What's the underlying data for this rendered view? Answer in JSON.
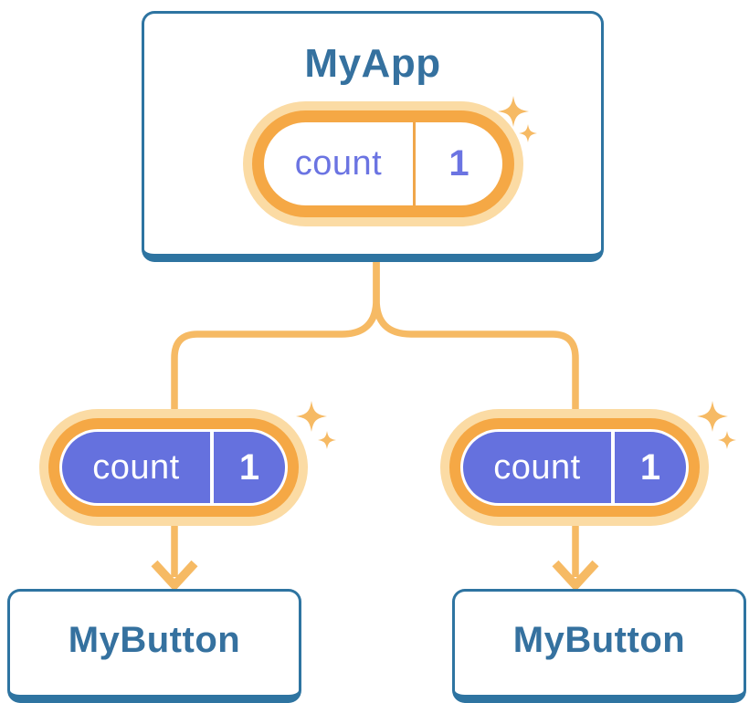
{
  "tree": {
    "root": {
      "label": "MyApp",
      "state": {
        "key": "count",
        "value": "1"
      }
    },
    "children": [
      {
        "label": "MyButton",
        "state": {
          "key": "count",
          "value": "1"
        }
      },
      {
        "label": "MyButton",
        "state": {
          "key": "count",
          "value": "1"
        }
      }
    ]
  },
  "icons": {
    "sparkle": "four-point-star"
  },
  "colors": {
    "node_border_blue": "#2E74A1",
    "node_text_blue": "#35719F",
    "state_pill_purple": "#6571DE",
    "state_text_purple": "#6B74E2",
    "ring_orange": "#F5A845",
    "ring_cream": "#FBDBA4",
    "connector_orange": "#F6BA64",
    "divider_orange": "#F0A64A",
    "background": "#FFFFFF"
  }
}
